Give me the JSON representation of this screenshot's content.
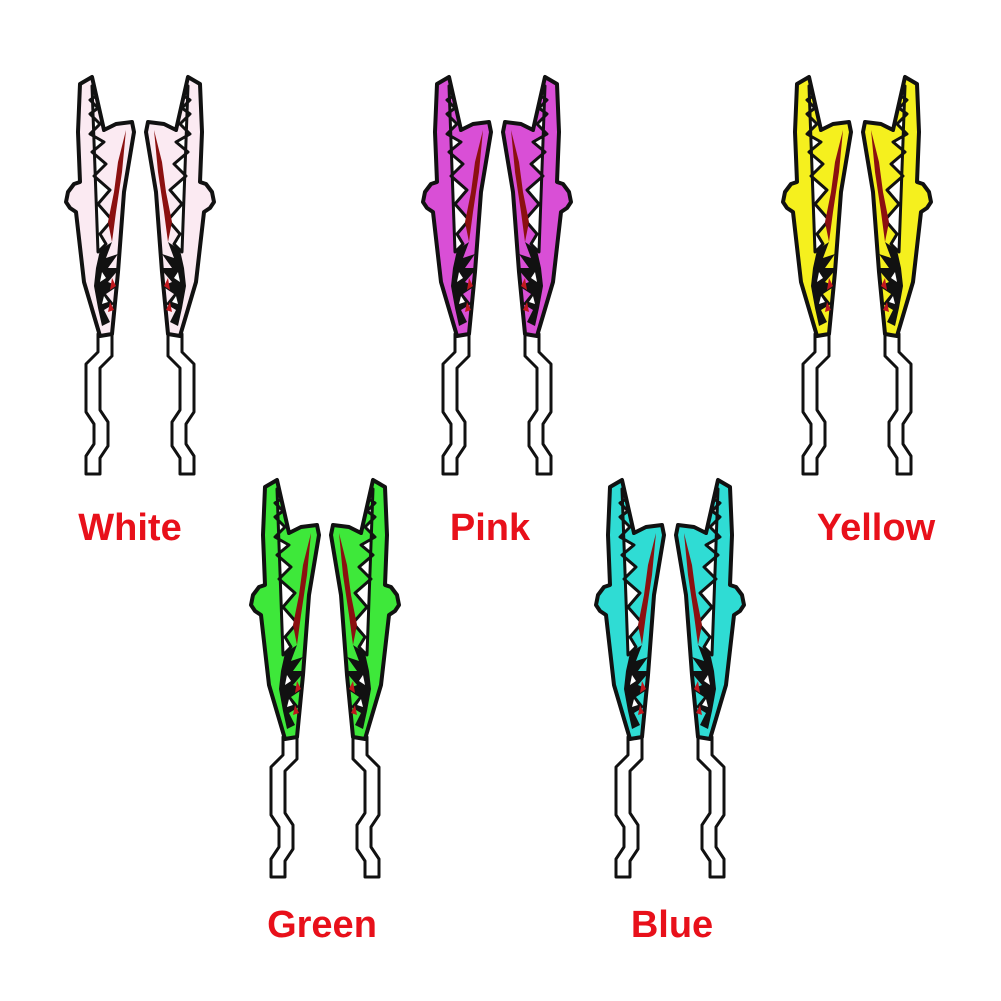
{
  "label_color": "#e8101a",
  "teeth_dark_red": "#8b1010",
  "outline_color": "#111111",
  "items": [
    {
      "label": "White",
      "fill": "#fbeaf2",
      "icon": "shark-mouth-decal-icon"
    },
    {
      "label": "Pink",
      "fill": "#d94fd6",
      "icon": "shark-mouth-decal-icon"
    },
    {
      "label": "Yellow",
      "fill": "#f5f01e",
      "icon": "shark-mouth-decal-icon"
    },
    {
      "label": "Green",
      "fill": "#3ee83a",
      "icon": "shark-mouth-decal-icon"
    },
    {
      "label": "Blue",
      "fill": "#2fdcd4",
      "icon": "shark-mouth-decal-icon"
    }
  ]
}
